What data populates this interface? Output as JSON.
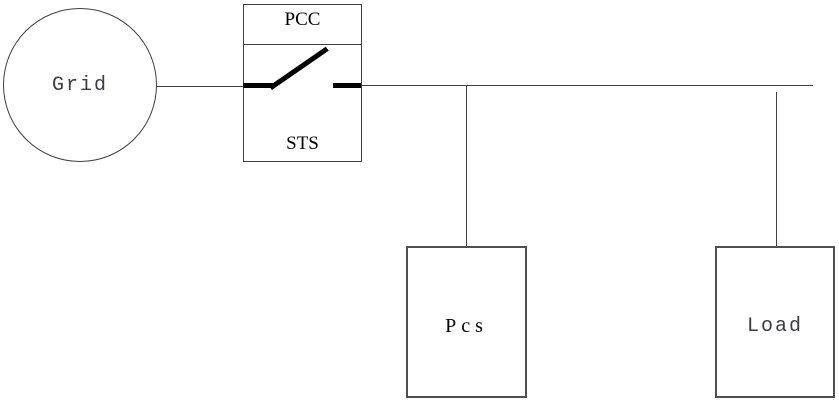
{
  "colors": {
    "background": "#ffffff",
    "line": "#404040",
    "switch": "#000000",
    "box-border": "#3f3f3f",
    "sub-box-border": "#4f4f4f",
    "label-dark": "#000000",
    "label-slate": "#3c3c49"
  },
  "nodes": {
    "grid": {
      "label": "Grid"
    },
    "sts": {
      "pcc_label": "PCC",
      "sts_label": "STS"
    },
    "pcs": {
      "label": "Pcs"
    },
    "load": {
      "label": "Load"
    }
  }
}
